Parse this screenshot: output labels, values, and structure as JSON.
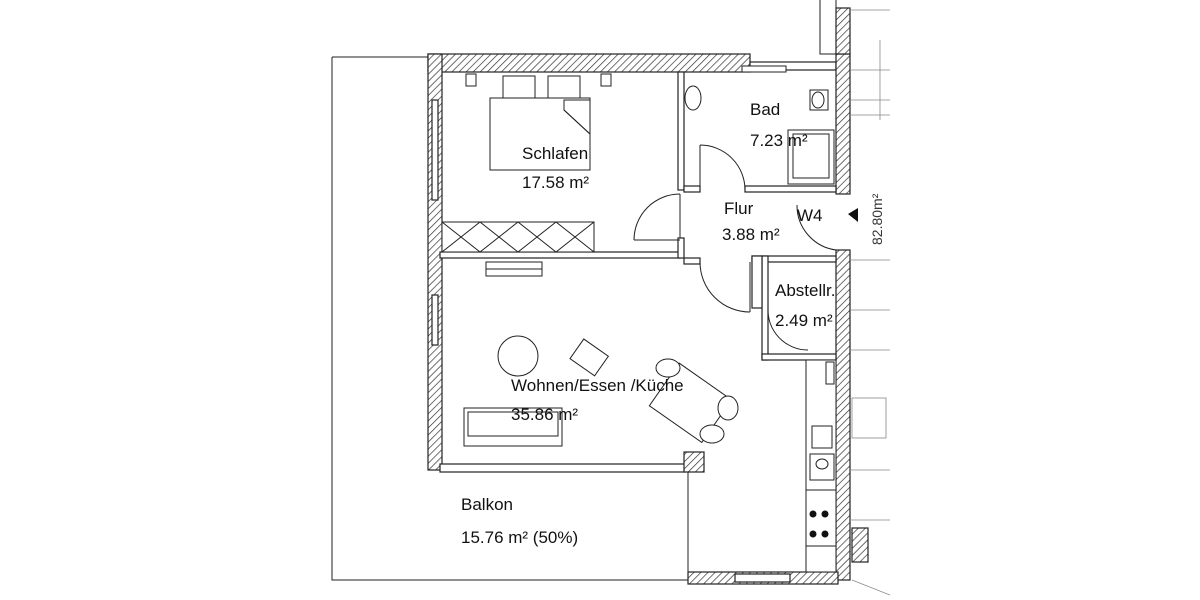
{
  "rooms": {
    "schlafen": {
      "name": "Schlafen",
      "area": "17.58 m²"
    },
    "bad": {
      "name": "Bad",
      "area": "7.23 m²"
    },
    "flur": {
      "name": "Flur",
      "area": "3.88 m²"
    },
    "unit": {
      "name": "W4"
    },
    "abstellr": {
      "name": "Abstellr.",
      "area": "2.49 m²"
    },
    "wohnen": {
      "name": "Wohnen/Essen /Küche",
      "area": "35.86 m²"
    },
    "balkon": {
      "name": "Balkon",
      "area": "15.76 m² (50%)"
    }
  },
  "neighbor": {
    "area_fragment": "82.80m²"
  }
}
